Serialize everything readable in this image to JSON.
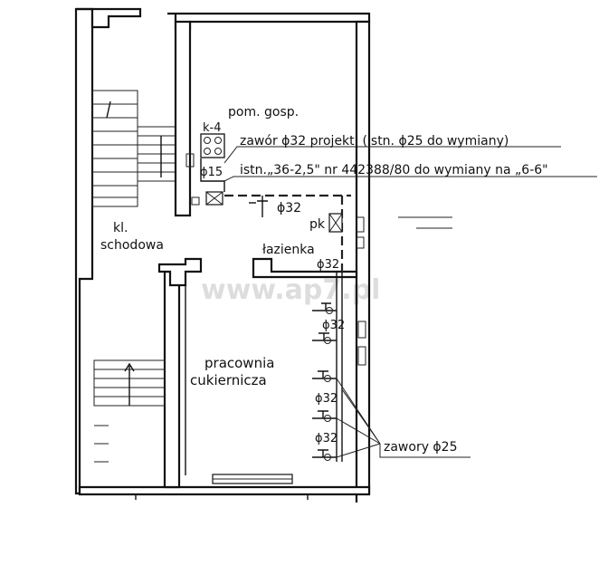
{
  "rooms": {
    "utility": "pom. gosp.",
    "stair_line1": "kl.",
    "stair_line2": "schodowa",
    "bathroom": "łazienka",
    "bakery_line1": "pracownia",
    "bakery_line2": "cukiernicza",
    "k4": "k-4",
    "pk": "pk"
  },
  "notes": {
    "valve_project": "zawór ϕ32 projekt. (istn. ϕ25 do wymiany)",
    "existing_meter": "istn.„36-2,5\" nr 442388/80 do wymiany na „6-6\"",
    "valves": "zawory ϕ25"
  },
  "dimensions": {
    "d15": "ϕ15",
    "d32_main": "ϕ32",
    "d32_bath": "ϕ32",
    "d32_a": "ϕ32",
    "d32_b": "ϕ32",
    "d32_c": "ϕ32"
  },
  "watermark": "www.ap7.pl"
}
